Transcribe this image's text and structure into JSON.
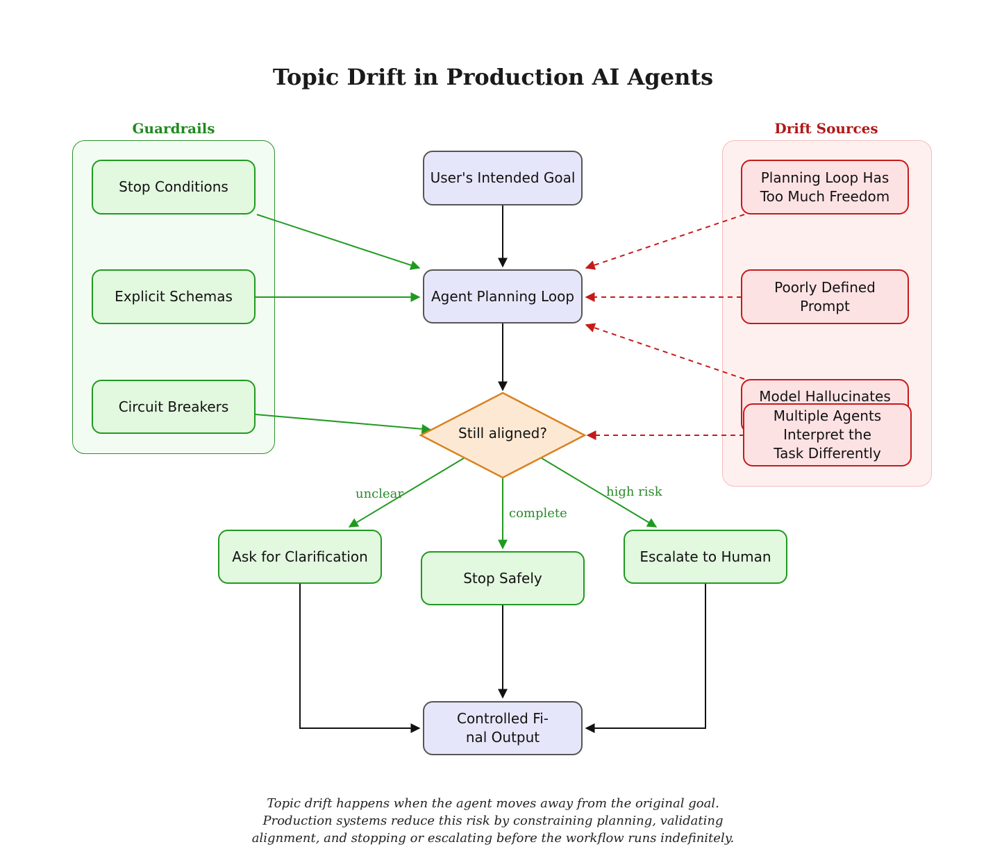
{
  "title": "Topic Drift in Production AI Agents",
  "groups": {
    "guardrails": "Guardrails",
    "drift_sources": "Drift Sources"
  },
  "nodes": {
    "goal": "User's Intended Goal",
    "planning": "Agent Planning Loop",
    "decision": "Still aligned?",
    "clarify": "Ask for Clarification",
    "stop": "Stop Safely",
    "escalate": "Escalate to Human",
    "output_line1": "Controlled Fi-",
    "output_line2": "nal Output",
    "stop_conditions": "Stop Conditions",
    "schemas": "Explicit Schemas",
    "breakers": "Circuit Breakers",
    "freedom_line1": "Planning Loop Has",
    "freedom_line2": "Too Much Freedom",
    "prompt": "Poorly Defined Prompt",
    "hallucinates": "Model Hallucinates",
    "agents_line1": "Multiple Agents",
    "agents_line2": "Interpret the",
    "agents_line3": "Task Differently"
  },
  "edge_labels": {
    "unclear": "unclear",
    "complete": "complete",
    "high_risk": "high risk"
  },
  "caption": {
    "line1": "Topic drift happens when the agent moves away from the original goal.",
    "line2": "Production systems reduce this risk by constraining planning, validating",
    "line3": "alignment, and stopping or escalating before the workflow runs indefinitely."
  },
  "colors": {
    "guardrail_stroke": "#1f9a1f",
    "drift_stroke": "#c51a1a",
    "decision_stroke": "#d9801f",
    "neutral_stroke": "#555555"
  }
}
